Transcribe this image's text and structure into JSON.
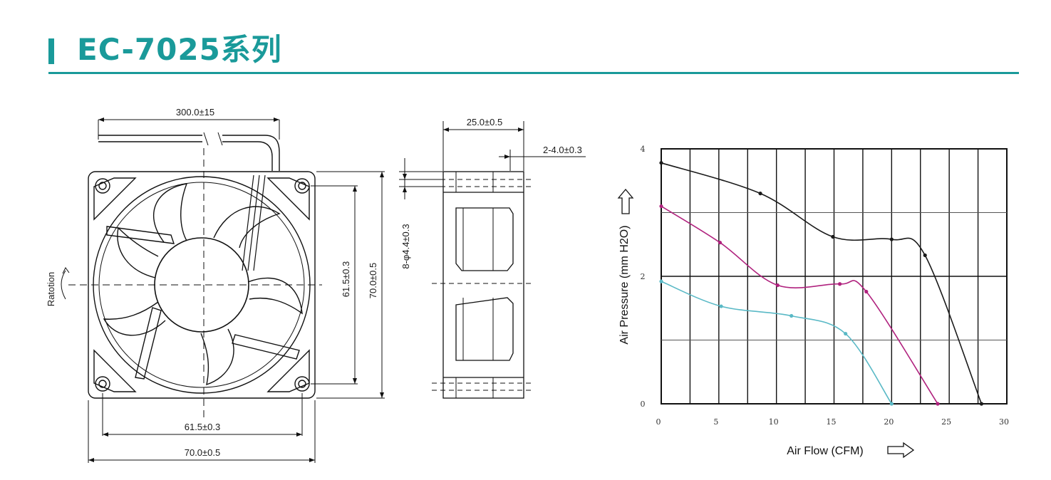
{
  "title": "EC-7025系列",
  "colors": {
    "accent": "#1a9a9a",
    "series_1": "#1a1a1a",
    "series_2": "#b0227e",
    "series_3": "#5ab9c6"
  },
  "drawing": {
    "front": {
      "rotation_label": "Ratotion",
      "lead_length": "300.0±15",
      "hole_pitch_h": "61.5±0.3",
      "width": "70.0±0.5",
      "hole_pitch_v": "61.5±0.3",
      "height": "70.0±0.5"
    },
    "side": {
      "thickness": "25.0±0.5",
      "mount_holes": "2-4.0±0.3",
      "holes": "8-φ4.4±0.3"
    }
  },
  "chart_data": {
    "type": "line",
    "title": "",
    "xlabel": "Air Flow (CFM)",
    "ylabel": "Air Pressure (mm H2O)",
    "xlim": [
      0,
      30
    ],
    "ylim": [
      0,
      4
    ],
    "xticks": [
      "0",
      "5",
      "10",
      "15",
      "20",
      "25",
      "30"
    ],
    "yticks": [
      "0",
      "2",
      "4"
    ],
    "grid": true,
    "series": [
      {
        "color": "#1a1a1a",
        "x": [
          0,
          8.6,
          14.9,
          20.0,
          22.9,
          27.8
        ],
        "y": [
          3.78,
          3.3,
          2.62,
          2.58,
          2.33,
          0.0
        ]
      },
      {
        "color": "#b0227e",
        "x": [
          0,
          5.1,
          10.1,
          15.5,
          17.8,
          24.0
        ],
        "y": [
          3.1,
          2.53,
          1.86,
          1.88,
          1.76,
          0.0
        ]
      },
      {
        "color": "#5ab9c6",
        "x": [
          0,
          5.2,
          11.3,
          16.0,
          20.0
        ],
        "y": [
          1.92,
          1.53,
          1.38,
          1.1,
          0.0
        ]
      }
    ]
  }
}
